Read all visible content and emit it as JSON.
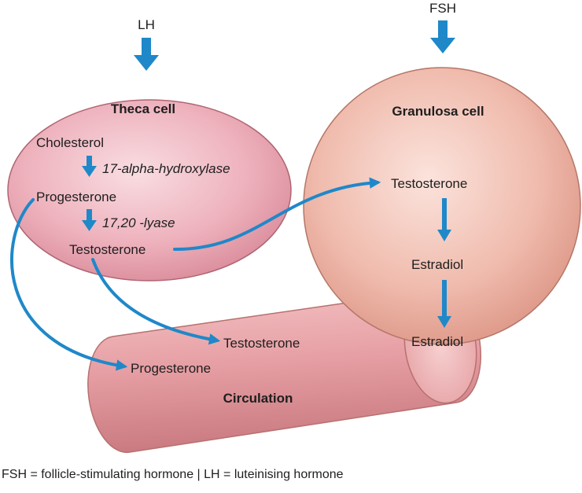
{
  "hormones": {
    "lh": "LH",
    "fsh": "FSH"
  },
  "theca_cell": {
    "title": "Theca cell",
    "cholesterol": "Cholesterol",
    "enzyme1": "17-alpha-hydroxylase",
    "progesterone": "Progesterone",
    "enzyme2": "17,20 -lyase",
    "testosterone": "Testosterone"
  },
  "granulosa_cell": {
    "title": "Granulosa cell",
    "testosterone": "Testosterone",
    "estradiol": "Estradiol"
  },
  "circulation": {
    "title": "Circulation",
    "testosterone": "Testosterone",
    "progesterone": "Progesterone",
    "estradiol": "Estradiol"
  },
  "footer": "FSH = follicle-stimulating hormone  |  LH = luteinising hormone",
  "colors": {
    "arrow": "#1f88c9",
    "theca": "#e8a0ad",
    "granulosa": "#eeb1a2",
    "vessel": "#e49a9e"
  }
}
